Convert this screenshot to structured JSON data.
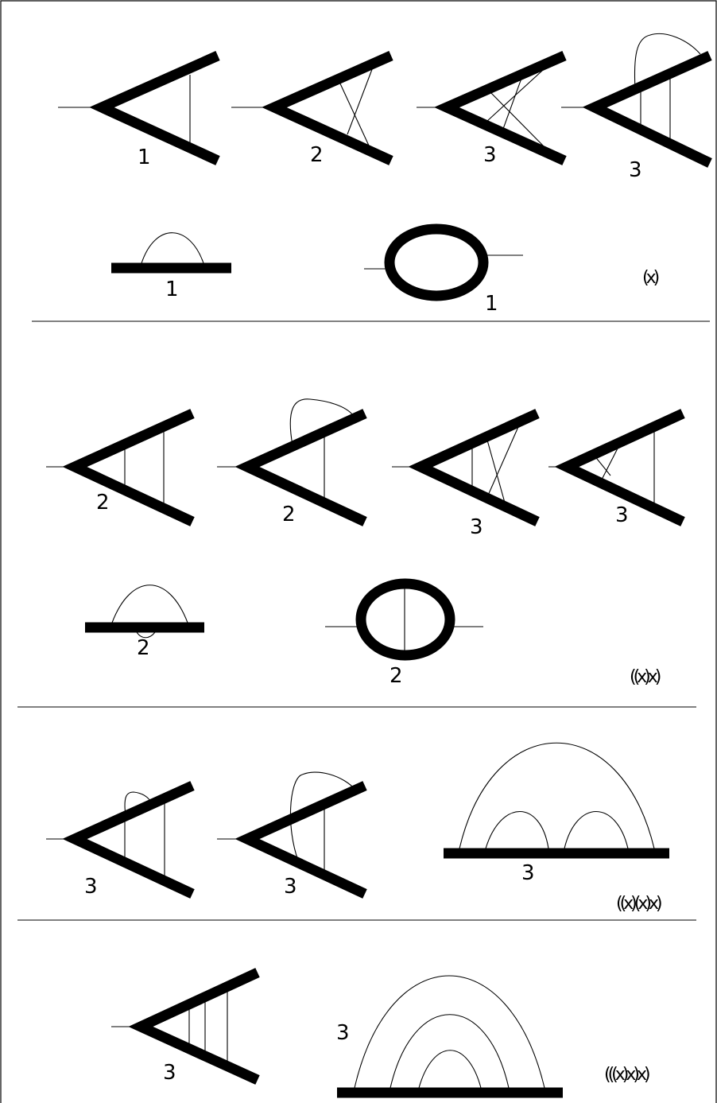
{
  "sections": [
    {
      "diagram_labels": [
        "1",
        "2",
        "3",
        "3",
        "1",
        "1"
      ],
      "class_label": "(x)"
    },
    {
      "diagram_labels": [
        "2",
        "2",
        "3",
        "3",
        "2",
        "2"
      ],
      "class_label": "((x)x)"
    },
    {
      "diagram_labels": [
        "3",
        "3",
        "3"
      ],
      "class_label": "((x)(x)x)"
    },
    {
      "diagram_labels": [
        "3",
        "3"
      ],
      "class_label": "(((x)x)x)"
    }
  ]
}
